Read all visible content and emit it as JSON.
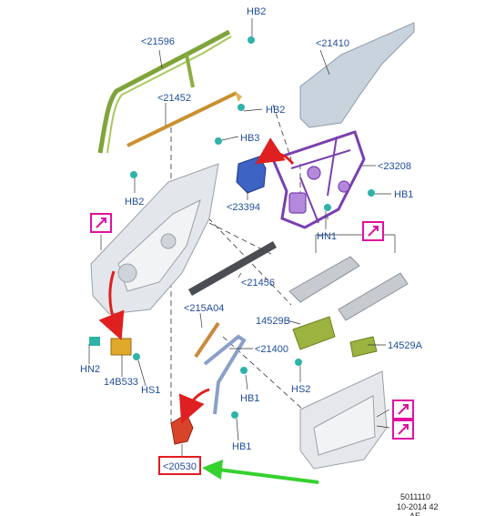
{
  "callouts": {
    "hb2_top": "HB2",
    "p21596": "<21596",
    "p21410": "<21410",
    "p21452": "<21452",
    "hb2_mid": "HB2",
    "hb3": "HB3",
    "p23208": "<23208",
    "hb2_left": "HB2",
    "p23394": "<23394",
    "hb1_right": "HB1",
    "hn1": "HN1",
    "p21456": "<21456",
    "p215a04": "<215A04",
    "p14529b": "14529B",
    "p21400": "<21400",
    "p14529a": "14529A",
    "hn2": "HN2",
    "p14b533": "14B533",
    "hs1": "HS1",
    "hb1_mid": "HB1",
    "hs2": "HS2",
    "hb1_bottom": "HB1",
    "p20530": "<20530"
  },
  "footer": {
    "code": "5011110",
    "date": "10-2014 42",
    "extra": "AE"
  },
  "colors": {
    "callout_text": "#1f4e9c",
    "highlight_box": "#e31b23",
    "pointer_arrow": "#36d12f",
    "link_icon": "#e0119f",
    "red_arrows": "#e02020"
  }
}
